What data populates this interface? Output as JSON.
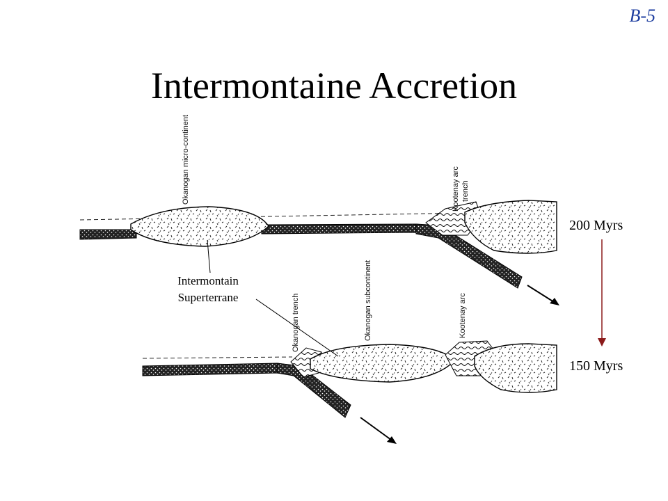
{
  "slide": {
    "id": "B-5",
    "title": "Intermontaine Accretion"
  },
  "diagram": {
    "top_panel": {
      "labels": {
        "microcontinent": "Okanogan micro-continent",
        "arc": "Kootenay arc",
        "trench": "trench"
      }
    },
    "bottom_panel": {
      "labels": {
        "trench": "Okanogan trench",
        "subcontinent": "Okanogan subcontinent",
        "arc": "Kootenay arc"
      }
    },
    "callout": {
      "line1": "Intermontain",
      "line2": "Superterrane"
    },
    "timeline": {
      "start_label": "200 Myrs",
      "end_label": "150 Myrs",
      "arrow_color": "#8b1a1a"
    }
  }
}
